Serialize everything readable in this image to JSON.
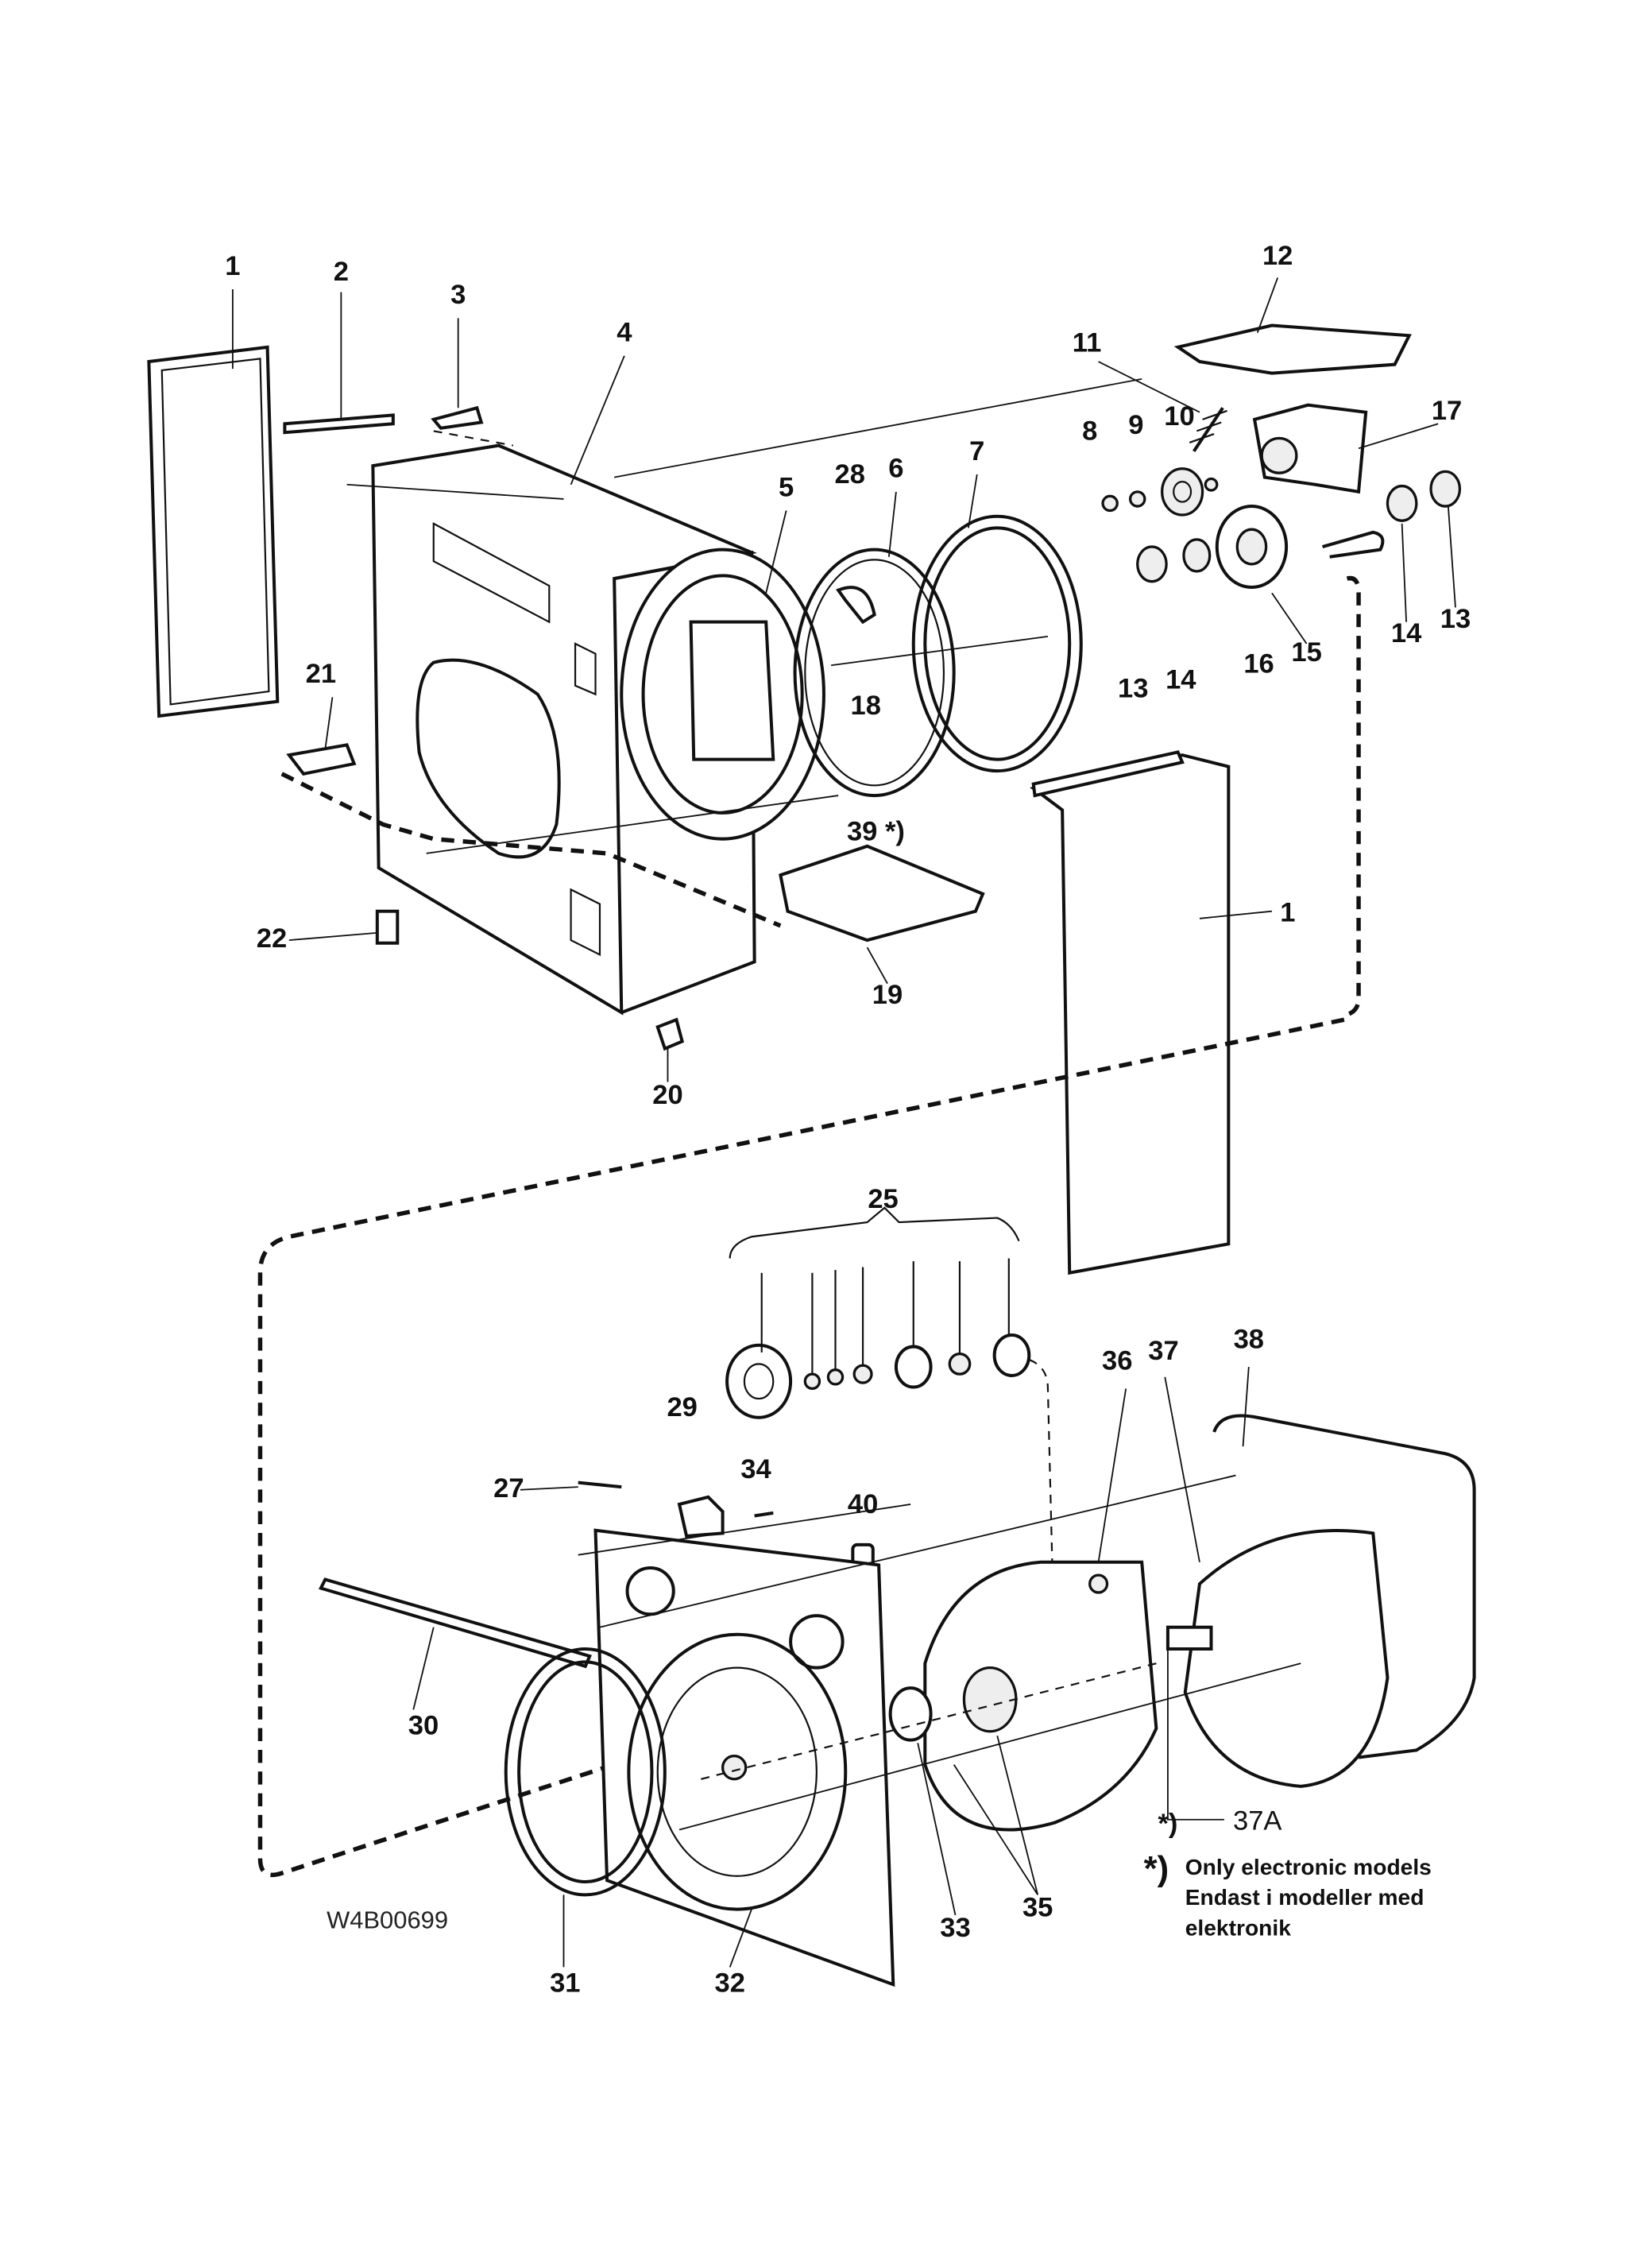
{
  "diagram_code": "W4B00699",
  "part_labels": [
    "1",
    "2",
    "3",
    "4",
    "5",
    "28",
    "6",
    "7",
    "8",
    "9",
    "10",
    "11",
    "12",
    "17",
    "13",
    "14",
    "15",
    "16",
    "13",
    "14",
    "18",
    "39 *)",
    "21",
    "22",
    "20",
    "19",
    "1",
    "25",
    "29",
    "27",
    "34",
    "40",
    "36",
    "37",
    "38",
    "30",
    "31",
    "32",
    "33",
    "35",
    "37A",
    "*)"
  ],
  "footnote": {
    "marker": "*)",
    "lines": [
      "Only electronic models",
      "Endast i modeller med",
      "elektronik"
    ]
  }
}
